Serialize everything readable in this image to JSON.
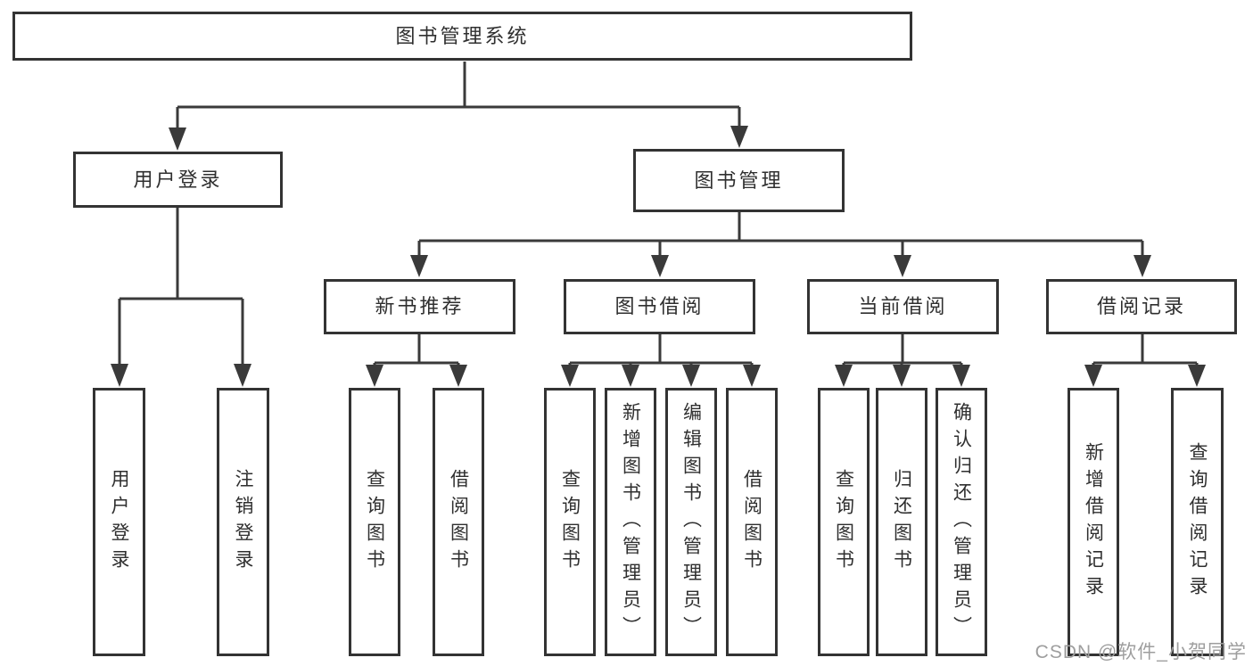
{
  "title": "图书管理系统",
  "theme": {
    "line_color": "#3a3a3a",
    "box_border_color": "#333333",
    "text_color": "#2f2f2f",
    "watermark_color": "#9e9e9e",
    "background": "#ffffff"
  },
  "nodes": {
    "root": {
      "label": "图书管理系统"
    },
    "user_login": {
      "label": "用户登录"
    },
    "book_mgmt": {
      "label": "图书管理"
    },
    "new_book_rec": {
      "label": "新书推荐"
    },
    "book_borrow": {
      "label": "图书借阅"
    },
    "current_borrow": {
      "label": "当前借阅"
    },
    "borrow_records": {
      "label": "借阅记录"
    },
    "leaf_user_login": {
      "label": "用户登录"
    },
    "leaf_logout": {
      "label": "注销登录"
    },
    "leaf_nbr_query": {
      "label": "查询图书"
    },
    "leaf_nbr_borrow": {
      "label": "借阅图书"
    },
    "leaf_bb_query": {
      "label": "查询图书"
    },
    "leaf_bb_add": {
      "label": "新增图书（管理员）"
    },
    "leaf_bb_edit": {
      "label": "编辑图书（管理员）"
    },
    "leaf_bb_borrow": {
      "label": "借阅图书"
    },
    "leaf_cb_query": {
      "label": "查询图书"
    },
    "leaf_cb_return": {
      "label": "归还图书"
    },
    "leaf_cb_confirm": {
      "label": "确认归还（管理员）"
    },
    "leaf_br_add": {
      "label": "新增借阅记录"
    },
    "leaf_br_query": {
      "label": "查询借阅记录"
    }
  },
  "watermark": "CSDN @软件_小贺同学"
}
